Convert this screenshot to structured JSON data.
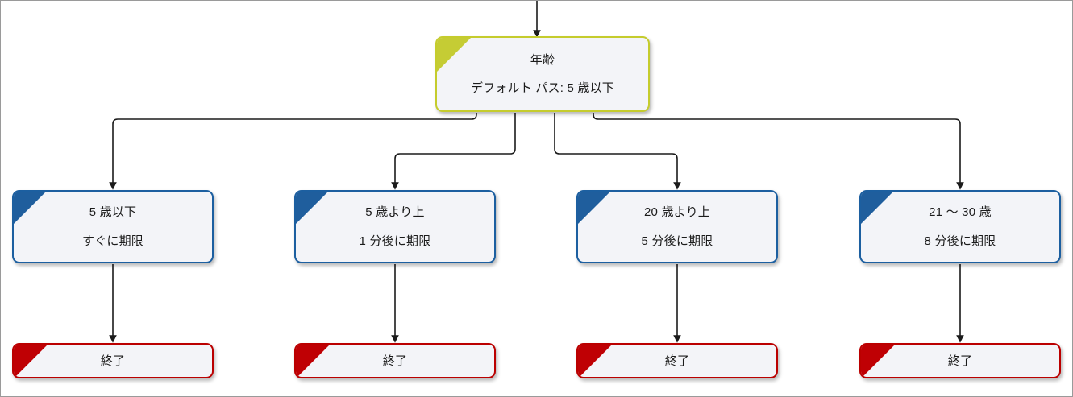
{
  "diagram": {
    "title_text": "",
    "colors": {
      "canvas_bg": "#ffffff",
      "frame_border": "#9a9a9a",
      "node_fill": "#f3f4f8",
      "decision_accent": "#c5cc34",
      "case_accent": "#1f5e9d",
      "end_accent": "#bf0004",
      "edge_stroke": "#1b1b1b"
    },
    "decision_node": {
      "name": "age-decision-node",
      "title": "年齢",
      "subtitle": "デフォルト パス: 5 歳以下"
    },
    "case_nodes": [
      {
        "name": "case-node-under-5",
        "title": "5 歳以下",
        "subtitle": "すぐに期限"
      },
      {
        "name": "case-node-over-5",
        "title": "5 歳より上",
        "subtitle": "1 分後に期限"
      },
      {
        "name": "case-node-over-20",
        "title": "20 歳より上",
        "subtitle": "5 分後に期限"
      },
      {
        "name": "case-node-21-to-30",
        "title": "21 〜 30 歳",
        "subtitle": "8 分後に期限"
      }
    ],
    "end_nodes": [
      {
        "name": "end-node-1",
        "label": "終了"
      },
      {
        "name": "end-node-2",
        "label": "終了"
      },
      {
        "name": "end-node-3",
        "label": "終了"
      },
      {
        "name": "end-node-4",
        "label": "終了"
      }
    ]
  }
}
